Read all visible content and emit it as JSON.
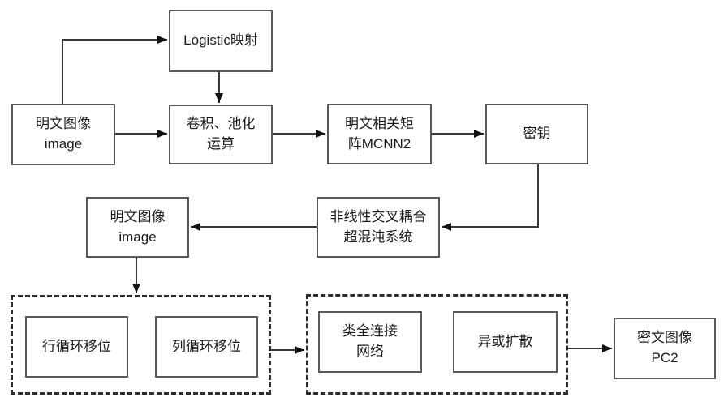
{
  "diagram": {
    "nodes": {
      "logistic": {
        "label": "Logistic映射"
      },
      "plain_image_top": {
        "label": "明文图像\nimage"
      },
      "conv_pool": {
        "label": "卷积、池化\n运算"
      },
      "mcnn_matrix": {
        "label": "明文相关矩\n阵MCNN2"
      },
      "secret_key": {
        "label": "密钥"
      },
      "plain_image_mid": {
        "label": "明文图像\nimage"
      },
      "hyperchaos": {
        "label": "非线性交叉耦合\n超混沌系统"
      },
      "row_shift": {
        "label": "行循环移位"
      },
      "col_shift": {
        "label": "列循环移位"
      },
      "fc_network": {
        "label": "类全连接\n网络"
      },
      "xor_diffusion": {
        "label": "异或扩散"
      },
      "cipher_image": {
        "label": "密文图像\nPC2"
      }
    },
    "groups": {
      "scramble": {
        "members": [
          "row_shift",
          "col_shift"
        ]
      },
      "diffusion": {
        "members": [
          "fc_network",
          "xor_diffusion"
        ]
      }
    },
    "edges": [
      {
        "from": "plain_image_top",
        "to": "logistic"
      },
      {
        "from": "logistic",
        "to": "conv_pool"
      },
      {
        "from": "plain_image_top",
        "to": "conv_pool"
      },
      {
        "from": "conv_pool",
        "to": "mcnn_matrix"
      },
      {
        "from": "mcnn_matrix",
        "to": "secret_key"
      },
      {
        "from": "secret_key",
        "to": "hyperchaos"
      },
      {
        "from": "hyperchaos",
        "to": "plain_image_mid"
      },
      {
        "from": "plain_image_mid",
        "to": "scramble"
      },
      {
        "from": "scramble",
        "to": "diffusion"
      },
      {
        "from": "diffusion",
        "to": "cipher_image"
      }
    ],
    "colors": {
      "box_border": "#595959",
      "group_border": "#2d2d2d",
      "connector": "#3a3a3a",
      "arrowhead": "#111111",
      "text": "#1c1c1c",
      "background": "#ffffff"
    }
  }
}
